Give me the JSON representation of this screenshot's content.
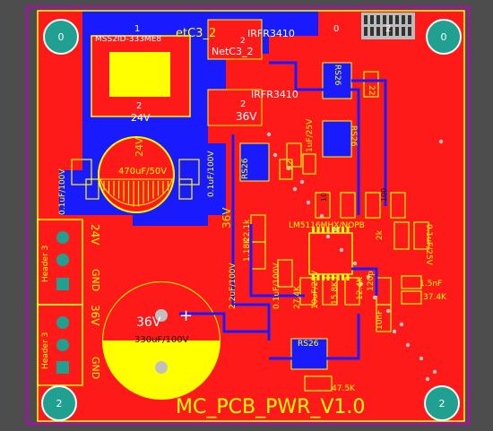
{
  "board": {
    "title": "MC_PCB_PWR_V1.0",
    "colors": {
      "background": "#4d4d4d",
      "outline": "#c000c0",
      "top_copper": "#ff1a1a",
      "bottom_copper": "#1a1aff",
      "silkscreen": "#ffff00",
      "mount_hole": "#1fa090",
      "via": "#c0c0c0"
    }
  },
  "mount_holes": [
    {
      "label": "0",
      "corner": "top-left"
    },
    {
      "label": "0",
      "corner": "top-right"
    },
    {
      "label": "2",
      "corner": "bottom-left"
    },
    {
      "label": "2",
      "corner": "bottom-right"
    }
  ],
  "labels": {
    "pad_top_1": "1",
    "u_name": "MSS2ID-333ME8",
    "net_top": "etC3_2",
    "irfr_top": "IRFR3410",
    "net_c3": "NetC3_2",
    "pad_2a": "2",
    "pad_2b": "2",
    "pad_2c": "2",
    "pad_2d": "2",
    "net_24v": "24V",
    "irfr_mid": "IRFR3410",
    "net_36v": "36V",
    "rs26_a": "RS26",
    "rs26_b": "RS26",
    "rs26_c": "RS26",
    "rs26_d": "RS26",
    "c_1uf25": "1uF/25V",
    "c_470": "470uF/50V",
    "c_01uf100_a": "0.1uF/100V",
    "c_01uf100_b": "0.1uF/100V",
    "c_01uf100_c": "0.1uF/100V",
    "c_22": "22",
    "c_22b": "22",
    "v_24": "24V",
    "v_36": "36V",
    "v_36b": "36V",
    "r_221k": "22.1k",
    "r_118k": "1.18K",
    "ic_name": "LM5116MHX/NOPB",
    "c_22uf": "2.2uF/100V",
    "c_01uf_b": "0.1uF/100V",
    "r_274k": "27.4K",
    "c_10uf25": "10uF/25V",
    "r_158k": "15.8K",
    "r_124k": "12.4K",
    "c_120p": "120p",
    "c_10nf": "10nF",
    "c_15nf": "1.5nF",
    "r_374k": "37.4K",
    "c_01uf25": "0.1uF/25V",
    "r_475k": "47.5K",
    "c_330": "330uF/100V",
    "r_10": "10",
    "c_100": "100",
    "c_2k": "2k",
    "header_1": "Header 3",
    "header_2": "Header 3",
    "gnd_1": "GND",
    "gnd_2": "GND",
    "conn_24v": "24V",
    "conn_36v": "36V",
    "plus": "+",
    "d_0": "0",
    "d_2": "2"
  }
}
